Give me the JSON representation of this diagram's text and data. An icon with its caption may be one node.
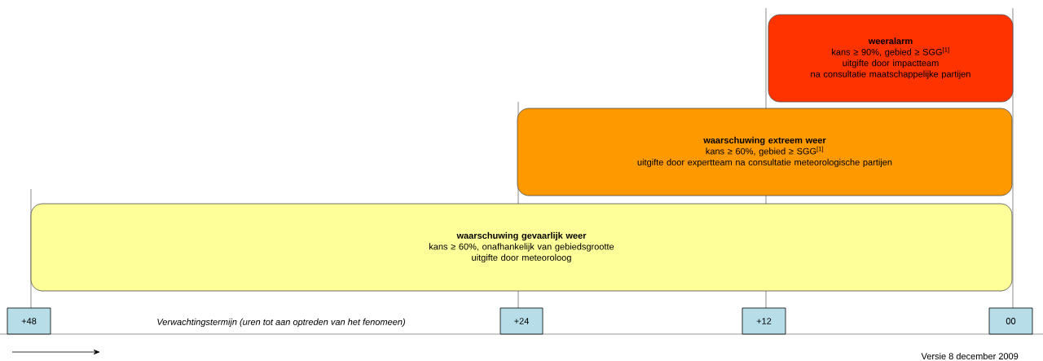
{
  "diagram": {
    "nodes": [
      {
        "text": [
          "weeralarm",
          "kans ≥ 90%, gebied ≥ SGG$^{[1]}$",
          "uitgifte door impactteam",
          "na consultatie maatschappelijke partijen"
        ]
      },
      {
        "text": [
          "waarschuwing extreem weer",
          "kans ≥ 60%, gebied ≥ SGG$^{[1]}$",
          "uitgifte door expertteam na consultatie meteorologische partijen"
        ]
      },
      {
        "text": [
          "waarschuwing gevaarlijk weer",
          "kans ≥ 60%, onafhankelijk van gebiedsgrootte",
          "uitgifte door meteoroloog"
        ]
      },
      {
        "text": [
          "+48"
        ]
      },
      {
        "text": [
          "+24"
        ]
      },
      {
        "text": [
          "+12"
        ]
      },
      {
        "text": [
          "00"
        ]
      }
    ],
    "labels": [
      "Verwachtingstermijn (uren tot aan optreden van het fenomeen)",
      "Versie 8 december 2009"
    ]
  }
}
